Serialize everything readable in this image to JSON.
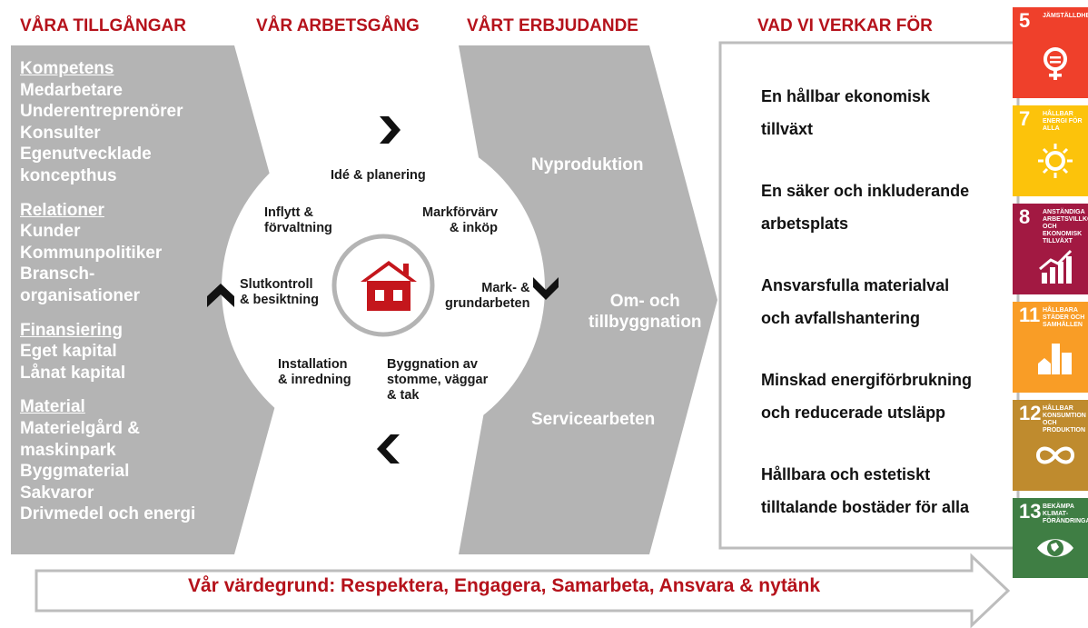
{
  "headers": {
    "assets": "VÅRA TILLGÅNGAR",
    "process": "VÅR ARBETSGÅNG",
    "offer": "VÅRT ERBJUDANDE",
    "goals": "VAD VI VERKAR FÖR"
  },
  "assets": {
    "sections": [
      {
        "title": "Kompetens",
        "items": [
          "Medarbetare",
          "Underentreprenörer",
          "Konsulter",
          "Egenutvecklade",
          "koncepthus"
        ]
      },
      {
        "title": "Relationer",
        "items": [
          "Kunder",
          "Kommunpolitiker",
          "Bransch-",
          "organisationer"
        ]
      },
      {
        "title": "Finansiering",
        "items": [
          "Eget kapital",
          "Lånat kapital"
        ]
      },
      {
        "title": "Material",
        "items": [
          "Materielgård &",
          "maskinpark",
          "Byggmaterial",
          "Sakvaror",
          "Drivmedel och energi"
        ]
      }
    ]
  },
  "process": {
    "steps": [
      {
        "line1": "Idé & planering",
        "line2": "",
        "line3": ""
      },
      {
        "line1": "Markförvärv",
        "line2": "& inköp",
        "line3": ""
      },
      {
        "line1": "Mark- &",
        "line2": "grundarbeten",
        "line3": ""
      },
      {
        "line1": "Byggnation av",
        "line2": "stomme, väggar",
        "line3": "& tak"
      },
      {
        "line1": "Installation",
        "line2": "& inredning",
        "line3": ""
      },
      {
        "line1": "Slutkontroll",
        "line2": "& besiktning",
        "line3": ""
      },
      {
        "line1": "Inflytt &",
        "line2": "förvaltning",
        "line3": ""
      }
    ],
    "center_icon": "house-icon",
    "accent_color": "#c4161c"
  },
  "offer": {
    "items": [
      {
        "line1": "Nyproduktion",
        "line2": ""
      },
      {
        "line1": "Om- och",
        "line2": "tillbyggnation"
      },
      {
        "line1": "Servicearbeten",
        "line2": ""
      }
    ]
  },
  "goals": {
    "items": [
      {
        "line1": "En hållbar ekonomisk",
        "line2": "tillväxt"
      },
      {
        "line1": "En säker och inkluderande",
        "line2": "arbetsplats"
      },
      {
        "line1": "Ansvarsfulla materialval",
        "line2": "och avfallshantering"
      },
      {
        "line1": "Minskad energiförbrukning",
        "line2": "och reducerade utsläpp"
      },
      {
        "line1": "Hållbara och estetiskt",
        "line2": "tilltalande bostäder för alla"
      }
    ]
  },
  "sdgs": [
    {
      "number": "5",
      "label": "JÄMSTÄLLDHET",
      "color": "#ef402b",
      "icon": "gender-equality-icon"
    },
    {
      "number": "7",
      "label": "HÅLLBAR ENERGI FÖR ALLA",
      "color": "#fcc30b",
      "icon": "sun-energy-icon"
    },
    {
      "number": "8",
      "label": "ANSTÄNDIGA ARBETSVILLKOR OCH EKONOMISK TILLVÄXT",
      "color": "#a21942",
      "icon": "growth-chart-icon"
    },
    {
      "number": "11",
      "label": "HÅLLBARA STÄDER OCH SAMHÄLLEN",
      "color": "#f99d26",
      "icon": "city-buildings-icon"
    },
    {
      "number": "12",
      "label": "HÅLLBAR KONSUMTION OCH PRODUKTION",
      "color": "#bf8b2e",
      "icon": "infinity-icon"
    },
    {
      "number": "13",
      "label": "BEKÄMPA KLIMAT­FÖRÄNDRINGARNA",
      "color": "#3f7e44",
      "icon": "earth-eye-icon"
    }
  ],
  "values_banner": "Vår värdegrund: Respektera, Engagera, Samarbeta, Ansvara & nytänk"
}
